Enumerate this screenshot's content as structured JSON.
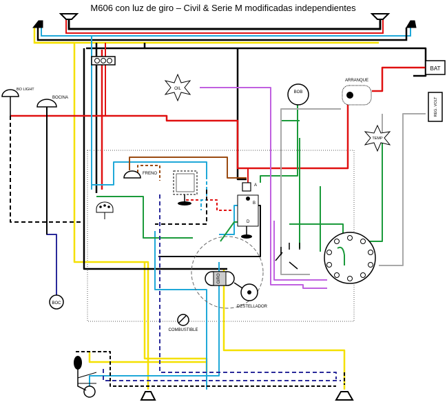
{
  "title": "M606 con luz de giro – Civil & Serie M modificadas independientes",
  "labels": {
    "bat": "BAT",
    "arranque": "ARRANQUE",
    "reg_volt": "REG. VOLT",
    "oil": "OIL",
    "bob": "BOB",
    "temp": "TEMP",
    "bo_light": "BO LIGHT",
    "bocina": "BOCINA",
    "freno": "FRENO",
    "a": "A",
    "b": "B",
    "d": "D",
    "giro": "GIRO",
    "destellador": "DESTELLADOR",
    "combustible": "COMBUSTIBLE",
    "boc": "BOC"
  },
  "colors": {
    "black": "#000000",
    "red": "#e01010",
    "yellow": "#f4e000",
    "blue": "#1fa8d8",
    "green": "#1a9a3a",
    "purple": "#c060e0",
    "gray": "#a8a8a8",
    "brown": "#9a4a10",
    "navy": "#2a2a9a"
  }
}
